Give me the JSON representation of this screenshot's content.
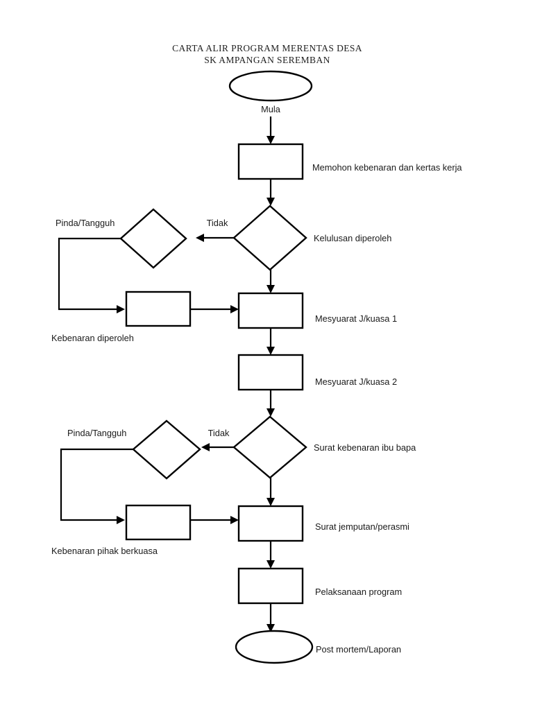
{
  "document": {
    "title_line1": "CARTA ALIR PROGRAM MERENTAS DESA",
    "title_line2": "SK AMPANGAN SEREMBAN"
  },
  "colors": {
    "background": "#ffffff",
    "stroke": "#000000",
    "text": "#1a1a1a",
    "shape_fill": "#ffffff"
  },
  "flowchart": {
    "type": "flowchart",
    "orientation": "top-to-bottom",
    "nodes": [
      {
        "id": "start",
        "shape": "ellipse",
        "label": "Mula",
        "label_position": "below"
      },
      {
        "id": "apply",
        "shape": "process",
        "label": "Memohon kebenaran dan kertas kerja",
        "label_position": "right"
      },
      {
        "id": "approval",
        "shape": "decision",
        "label": "Kelulusan diperoleh",
        "label_position": "right"
      },
      {
        "id": "postpone1",
        "shape": "decision",
        "label": "Pinda/Tangguh",
        "label_position": "left"
      },
      {
        "id": "permission1",
        "shape": "process",
        "label": "Kebenaran diperoleh",
        "label_position": "below"
      },
      {
        "id": "meeting1",
        "shape": "process",
        "label": "Mesyuarat J/kuasa 1",
        "label_position": "right"
      },
      {
        "id": "meeting2",
        "shape": "process",
        "label": "Mesyuarat J/kuasa 2",
        "label_position": "right"
      },
      {
        "id": "parentletter",
        "shape": "decision",
        "label": "Surat kebenaran ibu bapa",
        "label_position": "right"
      },
      {
        "id": "postpone2",
        "shape": "decision",
        "label": "Pinda/Tangguh",
        "label_position": "left"
      },
      {
        "id": "permission2",
        "shape": "process",
        "label": "Kebenaran pihak berkuasa",
        "label_position": "below"
      },
      {
        "id": "invitation",
        "shape": "process",
        "label": "Surat jemputan/perasmi",
        "label_position": "right"
      },
      {
        "id": "execution",
        "shape": "process",
        "label": "Pelaksanaan program",
        "label_position": "right"
      },
      {
        "id": "end",
        "shape": "ellipse",
        "label": "Post mortem/Laporan",
        "label_position": "right"
      }
    ],
    "edge_labels": [
      {
        "id": "tidak1",
        "text": "Tidak",
        "from": "approval",
        "to": "postpone1"
      },
      {
        "id": "tidak2",
        "text": "Tidak",
        "from": "parentletter",
        "to": "postpone2"
      }
    ]
  }
}
